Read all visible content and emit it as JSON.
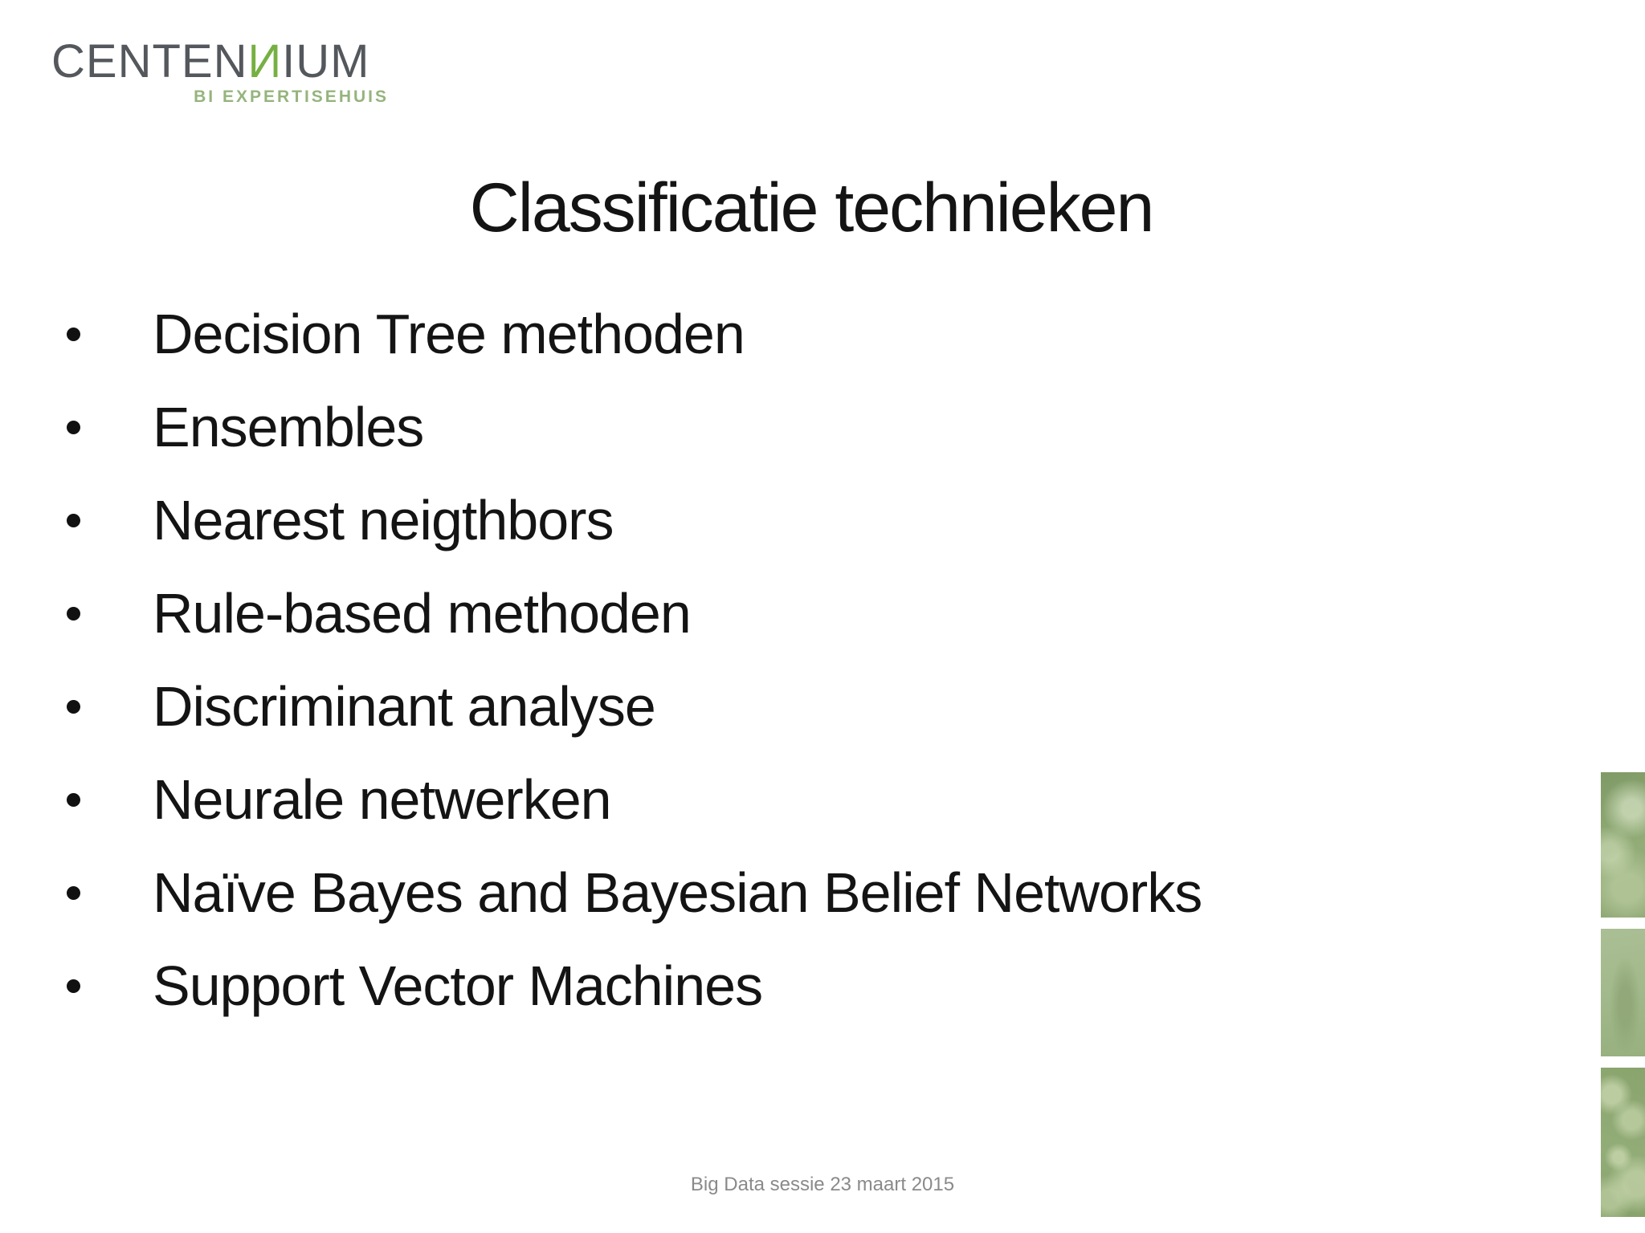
{
  "logo": {
    "brand_prefix": "CENTEN",
    "brand_reversed_n": "И",
    "brand_suffix": "IUM",
    "tagline": "BI EXPERTISEHUIS"
  },
  "slide": {
    "title": "Classificatie technieken",
    "bullets": [
      "Decision Tree methoden",
      "Ensembles",
      "Nearest neigthbors",
      "Rule-based methoden",
      "Discriminant analyse",
      "Neurale netwerken",
      "Naïve Bayes and Bayesian Belief Networks",
      "Support Vector Machines"
    ],
    "footer": "Big Data sessie 23 maart 2015"
  },
  "images": {
    "strip_1": "leaf-texture-photo",
    "strip_2": "leaf-texture-photo",
    "strip_3": "leaf-droplets-photo"
  },
  "colors": {
    "logo_gray": "#54585c",
    "logo_green": "#76b043",
    "tagline_green": "#96b47e",
    "text_black": "#141414",
    "footer_gray": "#8a8a8a",
    "strip_green": "#93ad78"
  }
}
